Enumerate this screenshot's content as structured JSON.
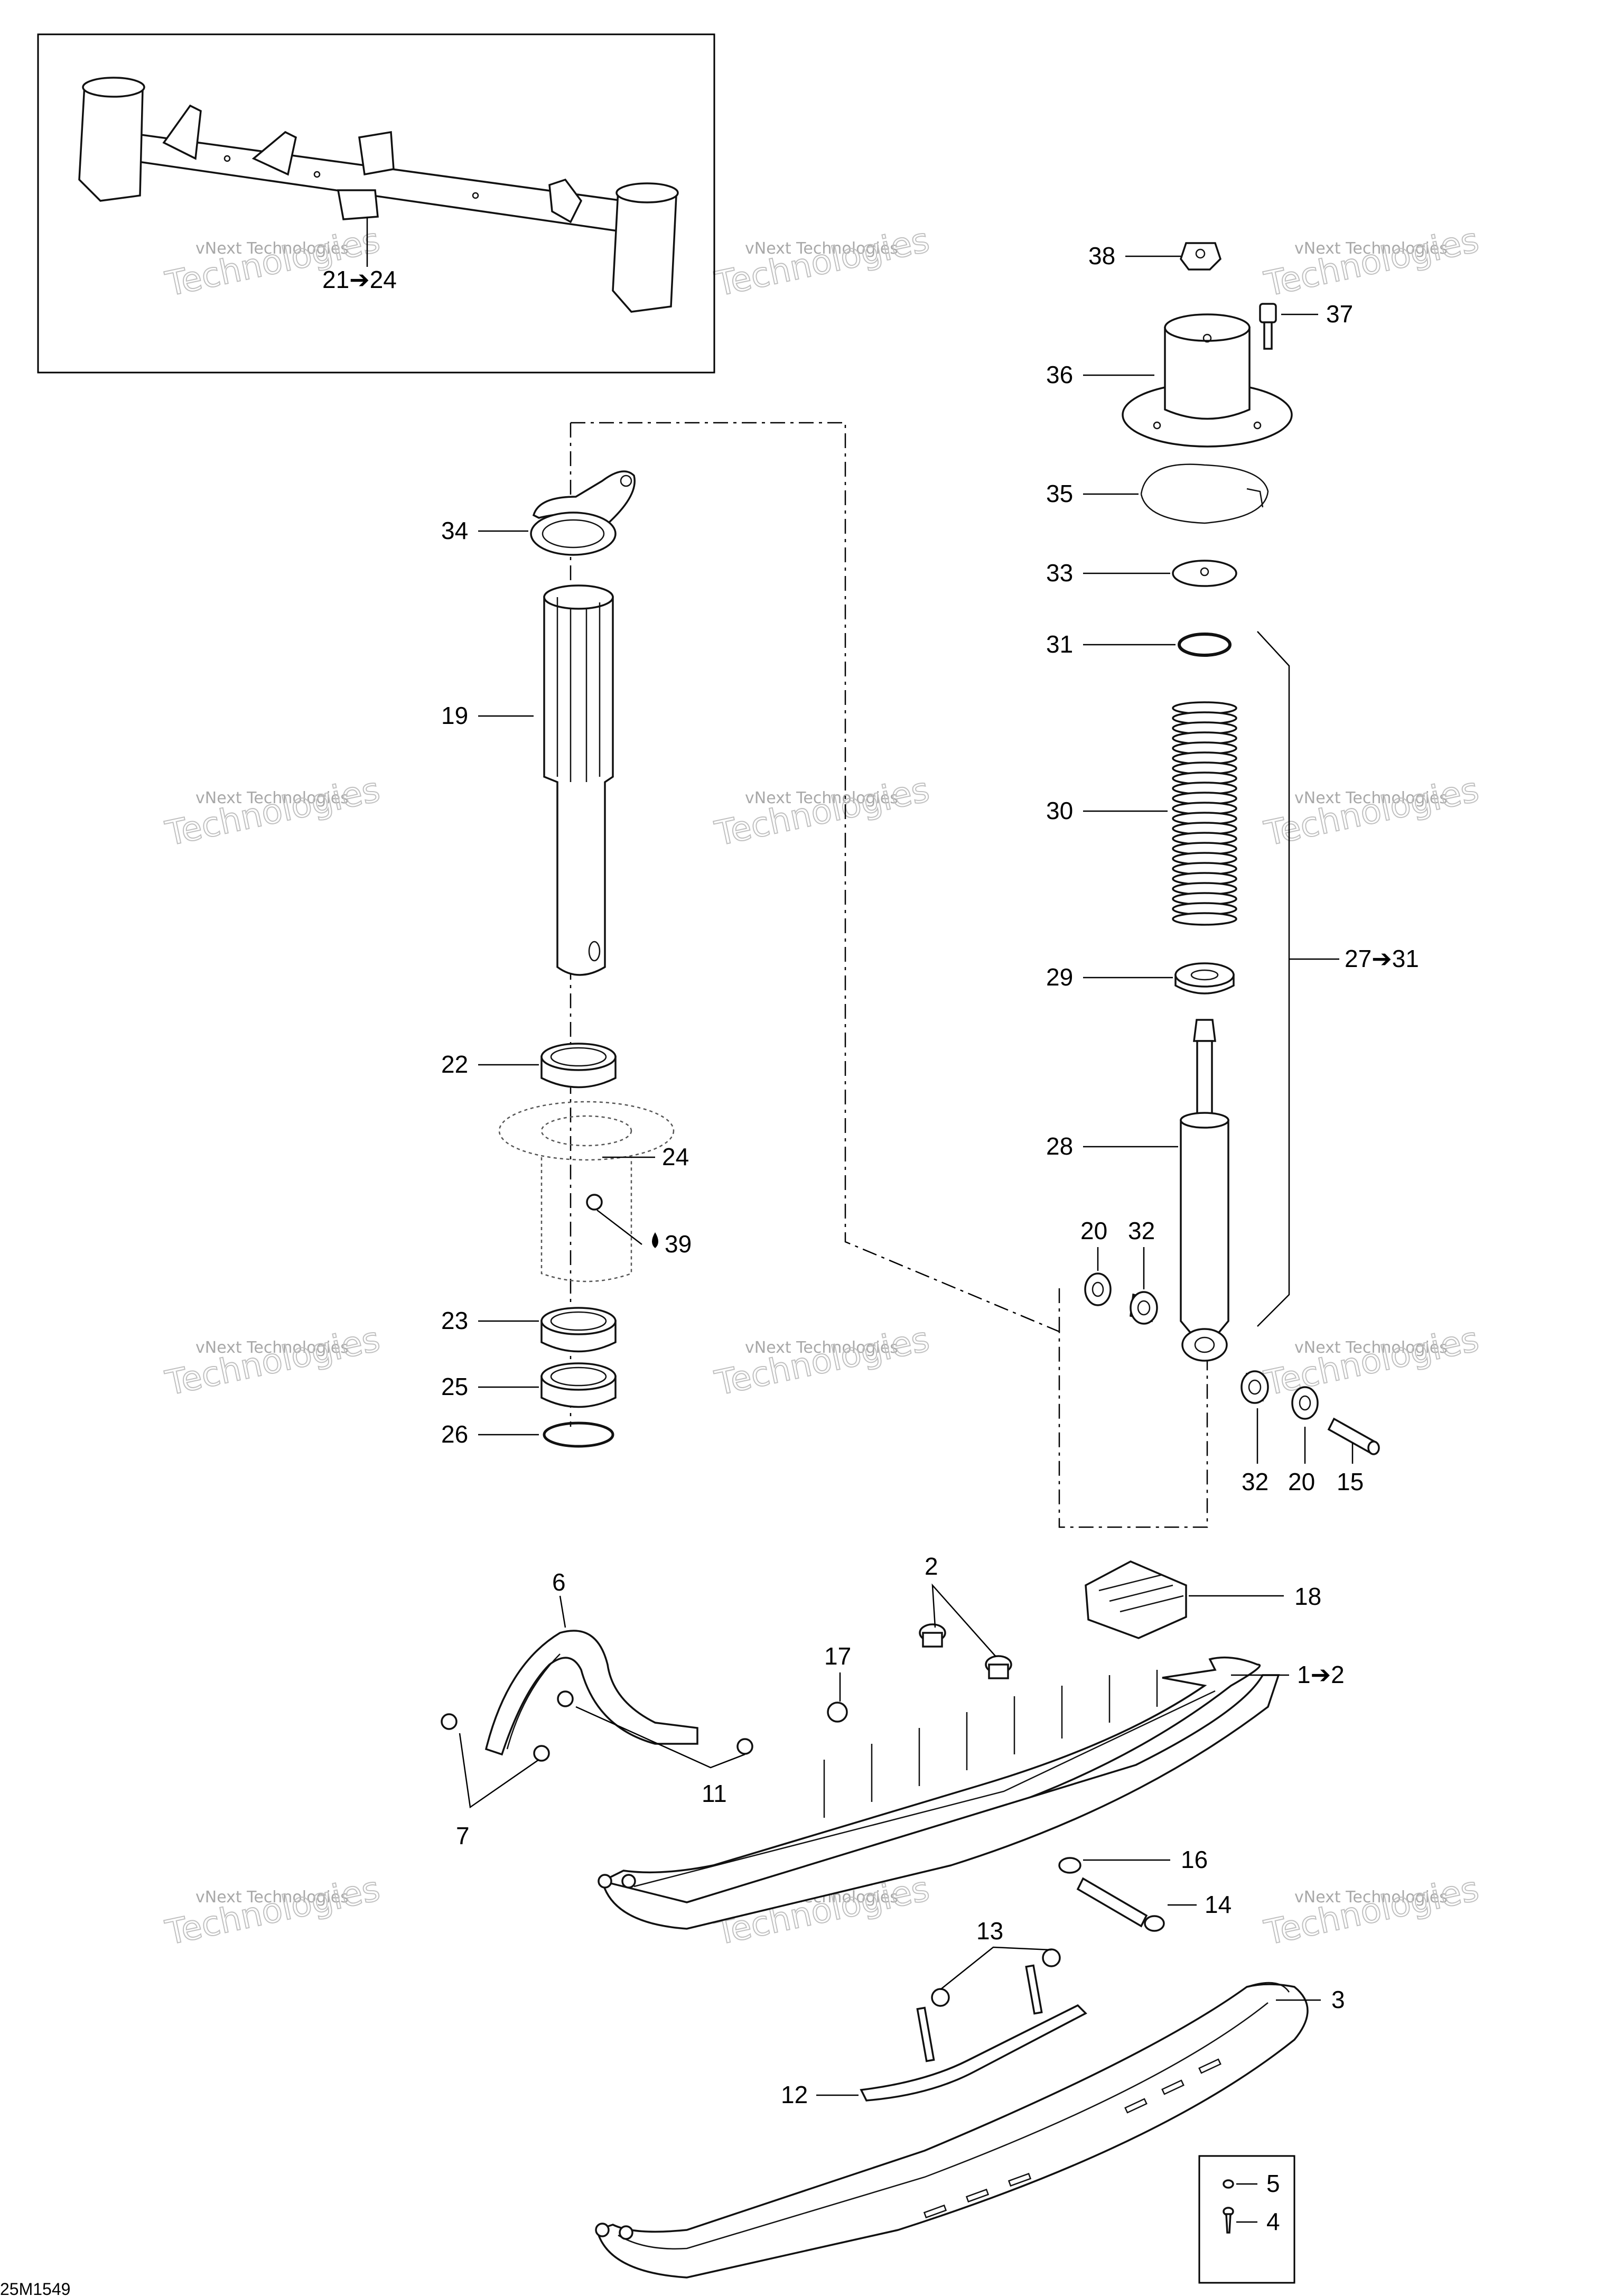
{
  "diagram_code": "25M1549",
  "watermark": {
    "line1": "vNext Technologies",
    "line2": "vNext",
    "line3": "Technologies"
  },
  "labels": {
    "p38": "38",
    "p37": "37",
    "p36": "36",
    "p35": "35",
    "p33": "33",
    "p31": "31",
    "p30": "30",
    "p29": "29",
    "p28": "28",
    "p27_31": "27➔31",
    "p20a": "20",
    "p32a": "32",
    "p32b": "32",
    "p20b": "20",
    "p15": "15",
    "p34": "34",
    "p19": "19",
    "p22": "22",
    "p24": "24",
    "p39": "39",
    "p23": "23",
    "p25": "25",
    "p26": "26",
    "p21_24": "21➔24",
    "p6": "6",
    "p2": "2",
    "p18": "18",
    "p17": "17",
    "p1_2": "1➔2",
    "p11": "11",
    "p7": "7",
    "p16": "16",
    "p14": "14",
    "p13": "13",
    "p3": "3",
    "p12": "12",
    "p5": "5",
    "p4": "4"
  },
  "icons": {
    "oil_drop": "oil-drop-icon",
    "arrow": "right-arrow"
  }
}
